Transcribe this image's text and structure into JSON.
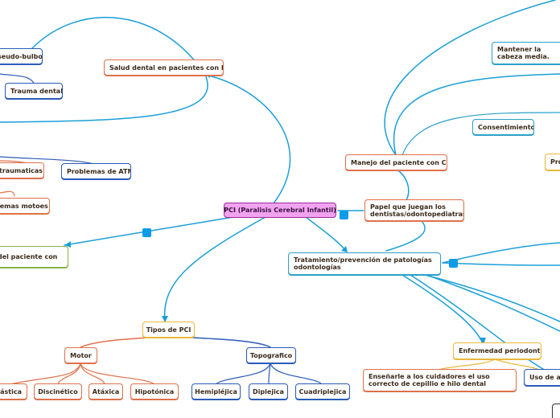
{
  "map": {
    "center": "PCI (Paralisis Cerebral Infantil)",
    "nodes": {
      "seudo_bulbo": "seudo-bulbo",
      "trauma_dental": "Trauma dental",
      "salud_dental": "Salud dental en pacientes con PCI",
      "traumaticas": "traumaticas",
      "problemas_atm": "Problemas de ATM",
      "lemas_motoes": "lemas motoes",
      "del_paciente": "del paciente con",
      "mantener_cabeza": "Mantener la cabeza media.",
      "consentimiento": "Consentimiento",
      "manejo_paciente": "Manejo del paciente con CPI",
      "pro": "Pro",
      "papel_dentistas": "Papel que juegan los dentistas/odontopediatras",
      "tratamiento": "Tratamiento/prevención de patologías odontologías",
      "enfermedad_periodontal": "Enfermedad periodontal",
      "ensenarle": "Enseñarle a los cuidadores el uso correcto de cepillio e hilo dental",
      "uso_de_ag": "Uso de ag",
      "tipos_pci": "Tipos de PCI",
      "motor": "Motor",
      "topografico": "Topografico",
      "pastica": "pástica",
      "discinetico": "Discinético",
      "ataxica": "Atáxica",
      "hipotonica": "Hipotónica",
      "hemiplejica": "Hemipléjica",
      "diplejica": "Diplejica",
      "cuadriplejica": "Cuadriplejica"
    }
  },
  "colors": {
    "branch_teal": "#1a9fd8",
    "branch_red": "#e0704a",
    "branch_blue": "#2a5bb8",
    "center_fill": "#f2a3f0",
    "handle": "#0c9be8"
  }
}
